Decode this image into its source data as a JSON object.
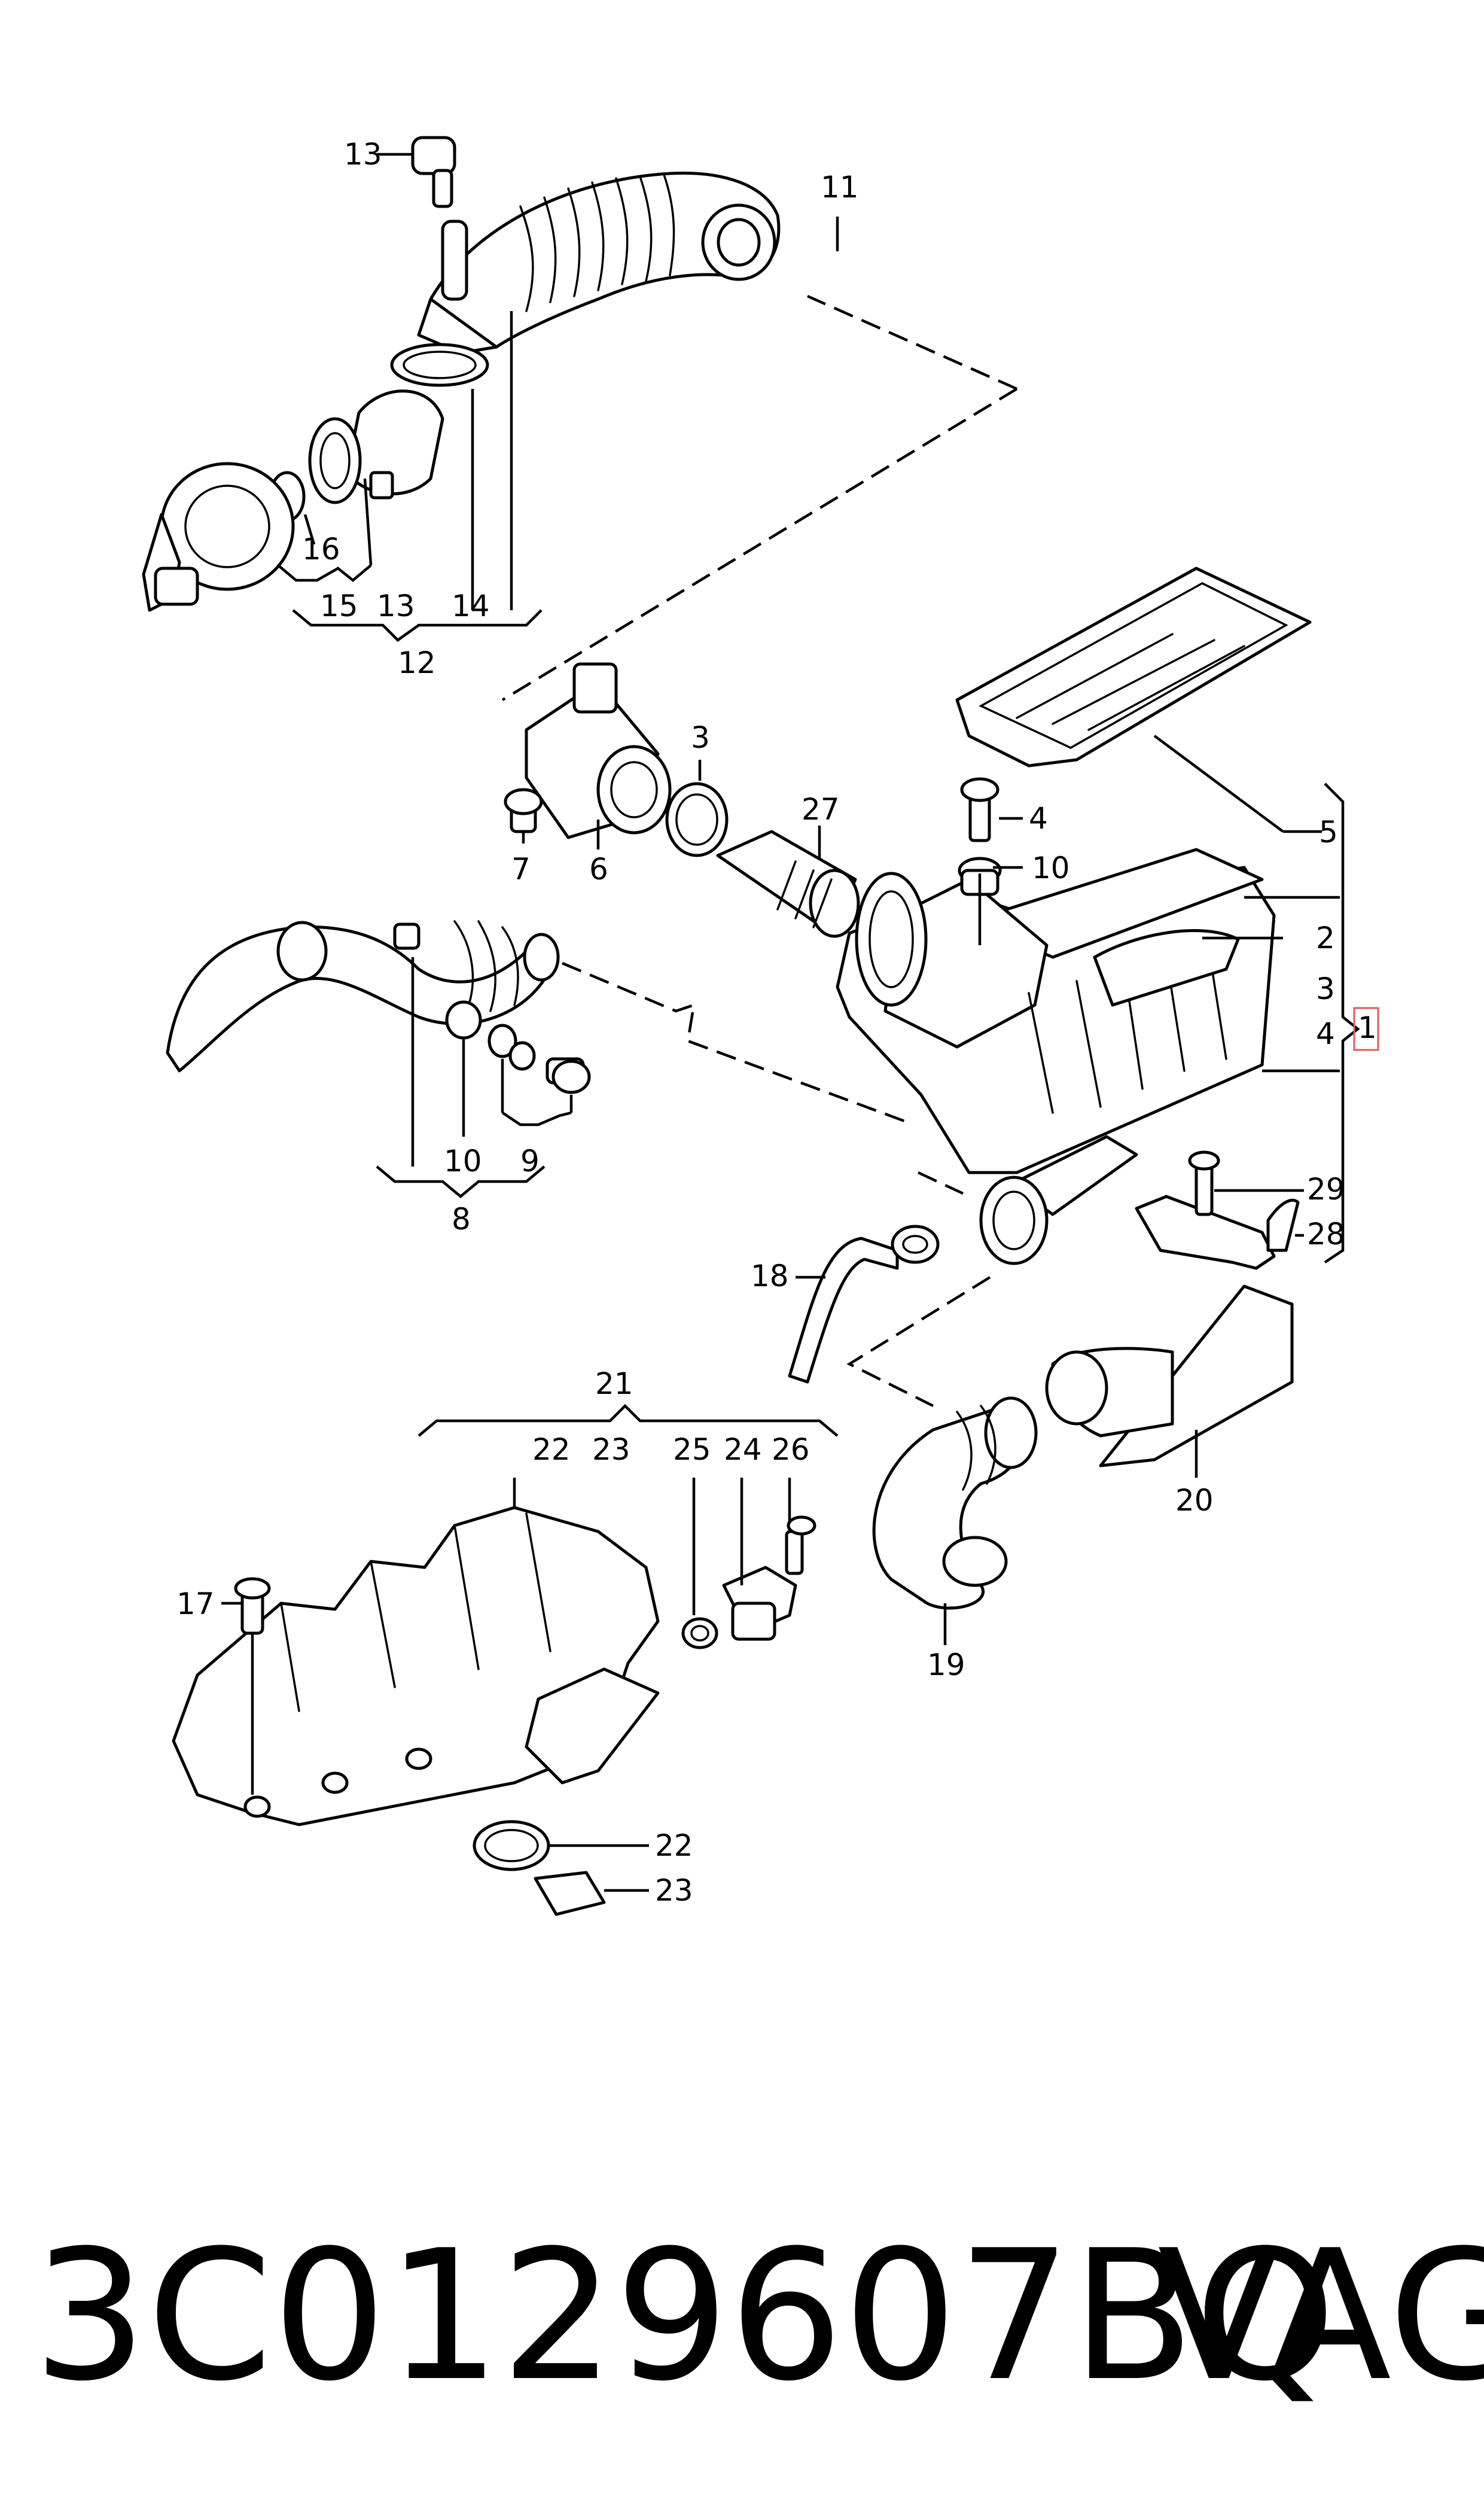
{
  "callouts": {
    "c1": "1",
    "c2": "2",
    "c3a": "3",
    "c3b": "3",
    "c4a": "4",
    "c4b": "4",
    "c5": "5",
    "c6": "6",
    "c7": "7",
    "c8": "8",
    "c9": "9",
    "c10a": "10",
    "c10b": "10",
    "c11": "11",
    "c12": "12",
    "c13a": "13",
    "c13b": "13",
    "c14": "14",
    "c15": "15",
    "c16": "16",
    "c17": "17",
    "c18": "18",
    "c19": "19",
    "c20": "20",
    "c21": "21",
    "c22a": "22",
    "c22b": "22",
    "c23a": "23",
    "c23b": "23",
    "c24": "24",
    "c25": "25",
    "c26": "26",
    "c27": "27",
    "c28": "28",
    "c29": "29"
  },
  "highlight": {
    "callout": "1",
    "color": "#e05a5a"
  },
  "caption": {
    "part_number": "3C0129607BQ",
    "brand": "VAG"
  }
}
